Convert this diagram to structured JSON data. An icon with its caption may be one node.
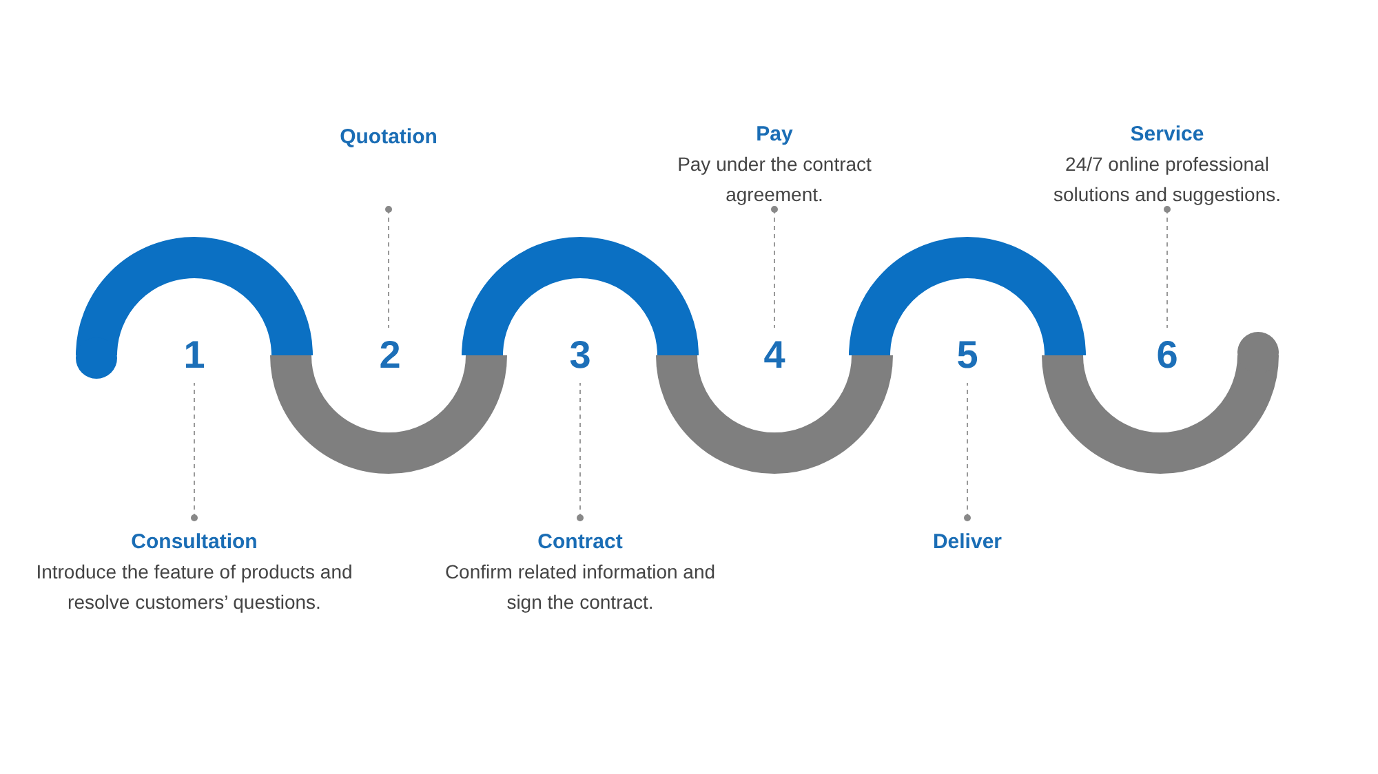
{
  "diagram": {
    "nodes": [
      {
        "text": [
          "Consultation",
          "Introduce the feature of products and resolve customers’ questions."
        ]
      },
      {
        "text": [
          "1"
        ]
      },
      {
        "text": [
          "Quotation"
        ]
      },
      {
        "text": [
          "2"
        ]
      },
      {
        "text": [
          "Contract",
          "Confirm related information and sign the contract."
        ]
      },
      {
        "text": [
          "3"
        ]
      },
      {
        "text": [
          "Pay",
          "Pay under the contract agreement."
        ]
      },
      {
        "text": [
          "4"
        ]
      },
      {
        "text": [
          "Deliver"
        ]
      },
      {
        "text": [
          "5"
        ]
      },
      {
        "text": [
          "Service",
          "24/7 online professional solutions and suggestions."
        ]
      },
      {
        "text": [
          "6"
        ]
      }
    ],
    "edges": [
      {
        "from": 0,
        "to": 1,
        "arrow": "other",
        "style": "dashed"
      },
      {
        "from": 2,
        "to": 3,
        "arrow": "other",
        "style": "dashed"
      },
      {
        "from": 4,
        "to": 5,
        "arrow": "other",
        "style": "dashed"
      },
      {
        "from": 6,
        "to": 7,
        "arrow": "other",
        "style": "dashed"
      },
      {
        "from": 8,
        "to": 9,
        "arrow": "other",
        "style": "dashed"
      },
      {
        "from": 10,
        "to": 11,
        "arrow": "other",
        "style": "dashed"
      }
    ]
  }
}
